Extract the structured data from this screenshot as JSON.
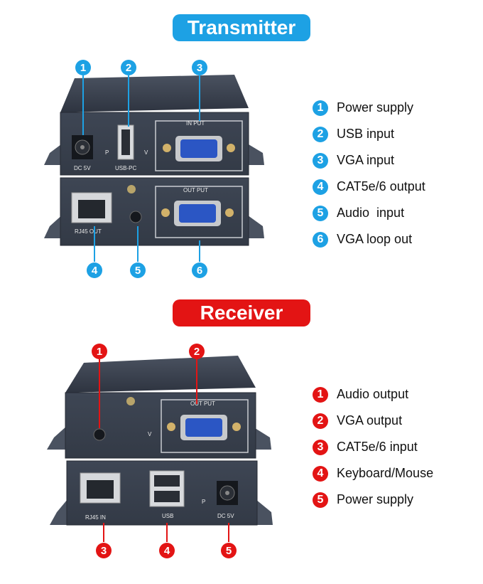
{
  "transmitter": {
    "title": "Transmitter",
    "legend": [
      {
        "num": "1",
        "label": "Power supply"
      },
      {
        "num": "2",
        "label": "USB input"
      },
      {
        "num": "3",
        "label": "VGA input"
      },
      {
        "num": "4",
        "label": "CAT5e/6 output"
      },
      {
        "num": "5",
        "label": "Audio  input"
      },
      {
        "num": "6",
        "label": "VGA loop out"
      }
    ],
    "port_labels": {
      "dc": "DC 5V",
      "p": "P",
      "usb": "USB-PC",
      "v": "V",
      "vga_in": "IN PUT",
      "vga_out": "OUT PUT",
      "rj45": "RJ45  OUT"
    },
    "callouts": [
      "1",
      "2",
      "3",
      "4",
      "5",
      "6"
    ]
  },
  "receiver": {
    "title": "Receiver",
    "legend": [
      {
        "num": "1",
        "label": "Audio output"
      },
      {
        "num": "2",
        "label": "VGA output"
      },
      {
        "num": "3",
        "label": "CAT5e/6 input"
      },
      {
        "num": "4",
        "label": "Keyboard/Mouse"
      },
      {
        "num": "5",
        "label": "Power supply"
      }
    ],
    "port_labels": {
      "vga_out": "OUT PUT",
      "v": "V",
      "rj45": "RJ45  IN",
      "usb": "USB",
      "p": "P",
      "dc": "DC 5V"
    },
    "callouts": [
      "1",
      "2",
      "3",
      "4",
      "5"
    ]
  },
  "colors": {
    "transmitter_accent": "#1da1e4",
    "receiver_accent": "#e31414",
    "device_body": "#3a4250"
  }
}
